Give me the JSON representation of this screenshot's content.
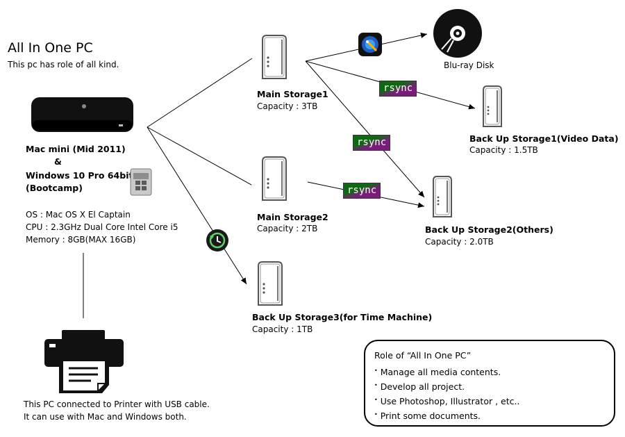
{
  "header": {
    "title": "All In One PC",
    "subtitle": "This pc has role of all kind."
  },
  "mac": {
    "name_line1": "Mac mini (Mid 2011)",
    "ampersand": "&",
    "name_line2": "Windows 10 Pro 64bit",
    "name_line3": "(Bootcamp)",
    "os": "OS : Mac OS X El Captain",
    "cpu": "CPU : 2.3GHz Dual Core Intel Core i5",
    "memory": "Memory : 8GB(MAX 16GB)"
  },
  "printer": {
    "line1": "This PC connected to Printer with USB cable.",
    "line2": "It can use with Mac and Windows both."
  },
  "storages": {
    "main1": {
      "name": "Main Storage1",
      "capacity": "Capacity : 3TB"
    },
    "main2": {
      "name": "Main Storage2",
      "capacity": "Capacity : 2TB"
    },
    "backup1": {
      "name": "Back Up Storage1(Video Data)",
      "capacity": "Capacity : 1.5TB"
    },
    "backup2": {
      "name": "Back Up Storage2(Others)",
      "capacity": "Capacity : 2.0TB"
    },
    "backup3": {
      "name": "Back Up Storage3(for Time Machine)",
      "capacity": "Capacity : 1TB"
    }
  },
  "bluray": {
    "label": "Blu-ray Disk"
  },
  "rsync_label": "rsync",
  "role": {
    "title": "Role of “All In One PC”",
    "items": [
      "Manage all media contents.",
      "Develop all project.",
      "Use Photoshop, Illustrator , etc..",
      "Print some documents."
    ]
  },
  "colors": {
    "rsync_green": "#0e6a10",
    "rsync_purple": "#7a1d7a",
    "line": "#000000"
  },
  "icons": [
    "mac-mini-icon",
    "bootcamp-icon",
    "printer-icon",
    "tower-icon",
    "bluray-disc-icon",
    "burn-app-icon",
    "time-machine-icon"
  ]
}
